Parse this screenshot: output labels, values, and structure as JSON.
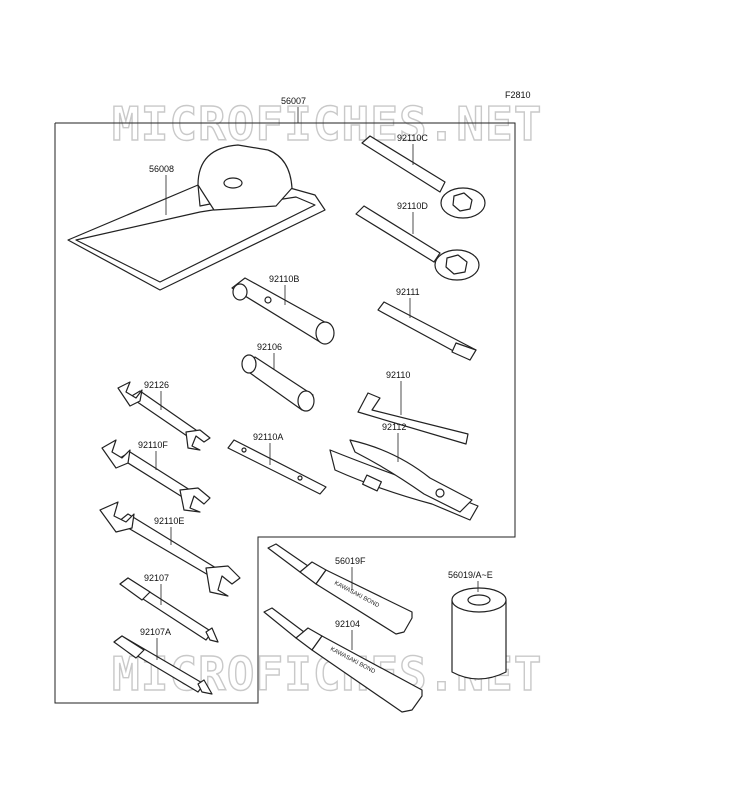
{
  "figure_code": "F2810",
  "watermark": "MICROFICHES.NET",
  "parts": {
    "kit": "56007",
    "bag": "56008",
    "w110c": "92110C",
    "w110d": "92110D",
    "socket110b": "92110B",
    "bar111": "92111",
    "tube106": "92106",
    "hex110": "92110",
    "w126": "92126",
    "pliers112": "92112",
    "bar110a": "92110A",
    "w110f": "92110F",
    "w110e": "92110E",
    "sd107": "92107",
    "sd107a": "92107A",
    "bond19f": "56019F",
    "bond104": "92104",
    "can19": "56019/A~E"
  }
}
